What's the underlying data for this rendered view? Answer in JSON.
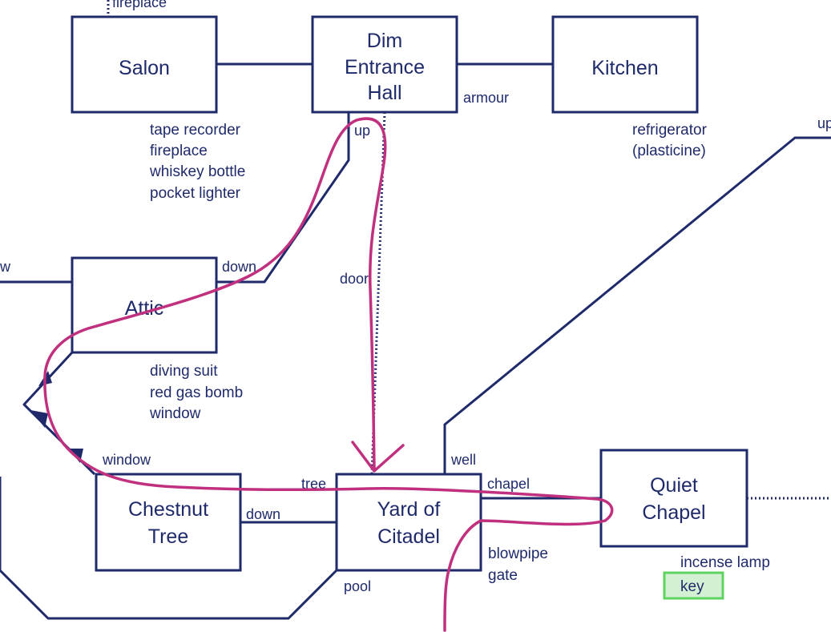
{
  "rooms": {
    "salon": [
      "Salon"
    ],
    "entrance_hall": [
      "Dim",
      "Entrance",
      "Hall"
    ],
    "kitchen": [
      "Kitchen"
    ],
    "attic": [
      "Attic"
    ],
    "chestnut_tree": [
      "Chestnut",
      "Tree"
    ],
    "yard": [
      "Yard of",
      "Citadel"
    ],
    "chapel": [
      "Quiet",
      "Chapel"
    ]
  },
  "exits": {
    "fireplace_top": "fireplace",
    "armour": "armour",
    "up_hall": "up",
    "up_right": "up",
    "door": "door",
    "w_left": "w",
    "down_attic": "down",
    "window": "window",
    "tree": "tree",
    "down_tree": "down",
    "well": "well",
    "chapel": "chapel",
    "pool": "pool"
  },
  "items": {
    "salon": [
      "tape recorder",
      "fireplace",
      "whiskey bottle",
      "pocket lighter"
    ],
    "kitchen": [
      "refrigerator",
      "(plasticine)"
    ],
    "attic": [
      "diving suit",
      "red gas bomb",
      "window"
    ],
    "yard": [
      "blowpipe",
      "gate"
    ],
    "chapel": [
      "incense lamp"
    ],
    "chapel_highlight": "key"
  },
  "colors": {
    "ink": "#1f2a6b",
    "route": "#c0307e",
    "highlight_fill": "#d4f0d4",
    "highlight_border": "#5fd35f"
  }
}
